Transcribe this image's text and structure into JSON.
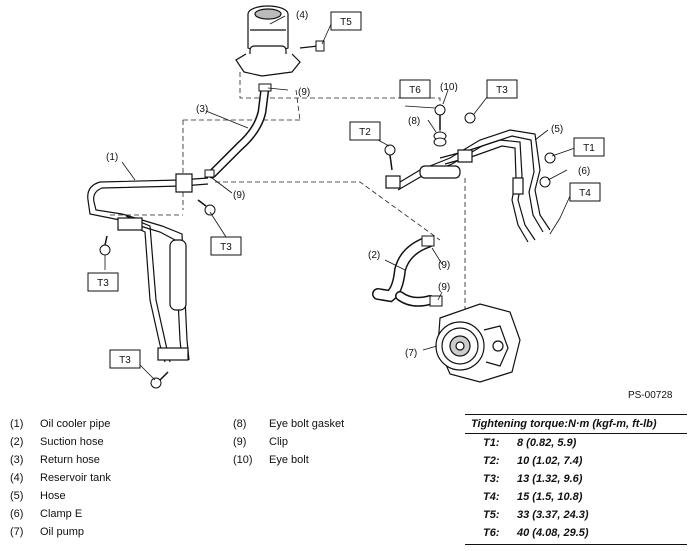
{
  "diagram": {
    "callouts": {
      "c1": "(1)",
      "c2": "(2)",
      "c3": "(3)",
      "c4": "(4)",
      "c5": "(5)",
      "c6": "(6)",
      "c7": "(7)",
      "c8": "(8)",
      "c9a": "(9)",
      "c9b": "(9)",
      "c9c": "(9)",
      "c9d": "(9)",
      "c10": "(10)"
    },
    "torque_boxes": {
      "t5": "T5",
      "t6": "T6",
      "t3a": "T3",
      "t2": "T2",
      "t1": "T1",
      "t4": "T4",
      "t3b": "T3",
      "t3c": "T3",
      "t3d": "T3"
    },
    "figure_id": "PS-00728"
  },
  "legend": {
    "left": [
      {
        "num": "(1)",
        "label": "Oil cooler pipe"
      },
      {
        "num": "(2)",
        "label": "Suction hose"
      },
      {
        "num": "(3)",
        "label": "Return hose"
      },
      {
        "num": "(4)",
        "label": "Reservoir tank"
      },
      {
        "num": "(5)",
        "label": "Hose"
      },
      {
        "num": "(6)",
        "label": "Clamp E"
      },
      {
        "num": "(7)",
        "label": "Oil pump"
      }
    ],
    "middle": [
      {
        "num": "(8)",
        "label": "Eye bolt gasket"
      },
      {
        "num": "(9)",
        "label": "Clip"
      },
      {
        "num": "(10)",
        "label": "Eye bolt"
      }
    ]
  },
  "torque": {
    "title": "Tightening torque:N·m (kgf-m, ft-lb)",
    "rows": [
      {
        "key": "T1:",
        "value": "8 (0.82, 5.9)"
      },
      {
        "key": "T2:",
        "value": "10 (1.02, 7.4)"
      },
      {
        "key": "T3:",
        "value": "13 (1.32, 9.6)"
      },
      {
        "key": "T4:",
        "value": "15 (1.5, 10.8)"
      },
      {
        "key": "T5:",
        "value": "33 (3.37, 24.3)"
      },
      {
        "key": "T6:",
        "value": "40 (4.08, 29.5)"
      }
    ]
  }
}
